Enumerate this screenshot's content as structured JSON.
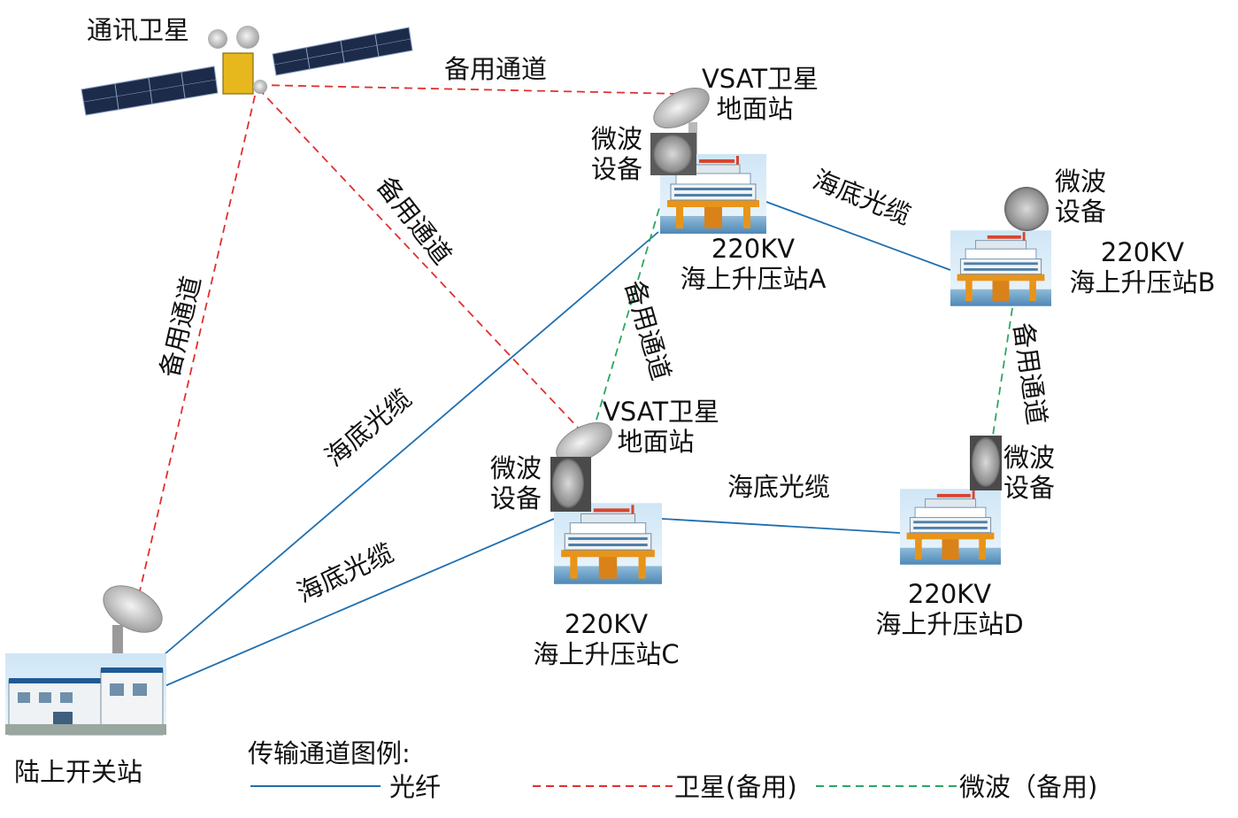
{
  "satellite": {
    "label": "通讯卫星"
  },
  "backup_channel_label": "备用通道",
  "submarine_cable_label": "海底光缆",
  "microwave_equipment": {
    "line1": "微波",
    "line2": "设备"
  },
  "vsat_station": {
    "line1": "VSAT卫星",
    "line2": "地面站"
  },
  "stations": {
    "A": {
      "line1": "220KV",
      "line2": "海上升压站A"
    },
    "B": {
      "line1": "220KV",
      "line2": "海上升压站B"
    },
    "C": {
      "line1": "220KV",
      "line2": "海上升压站C"
    },
    "D": {
      "line1": "220KV",
      "line2": "海上升压站D"
    }
  },
  "onshore_station": {
    "label": "陆上开关站"
  },
  "legend": {
    "title": "传输通道图例:",
    "fiber": "光纤",
    "satellite_backup": "卫星(备用)",
    "microwave_backup": "微波（备用)"
  },
  "colors": {
    "fiber": "#1f6fb0",
    "satellite": "#e03030",
    "microwave": "#2aa860",
    "sea": "#7ab0d8",
    "jacket": "#e8941a"
  }
}
